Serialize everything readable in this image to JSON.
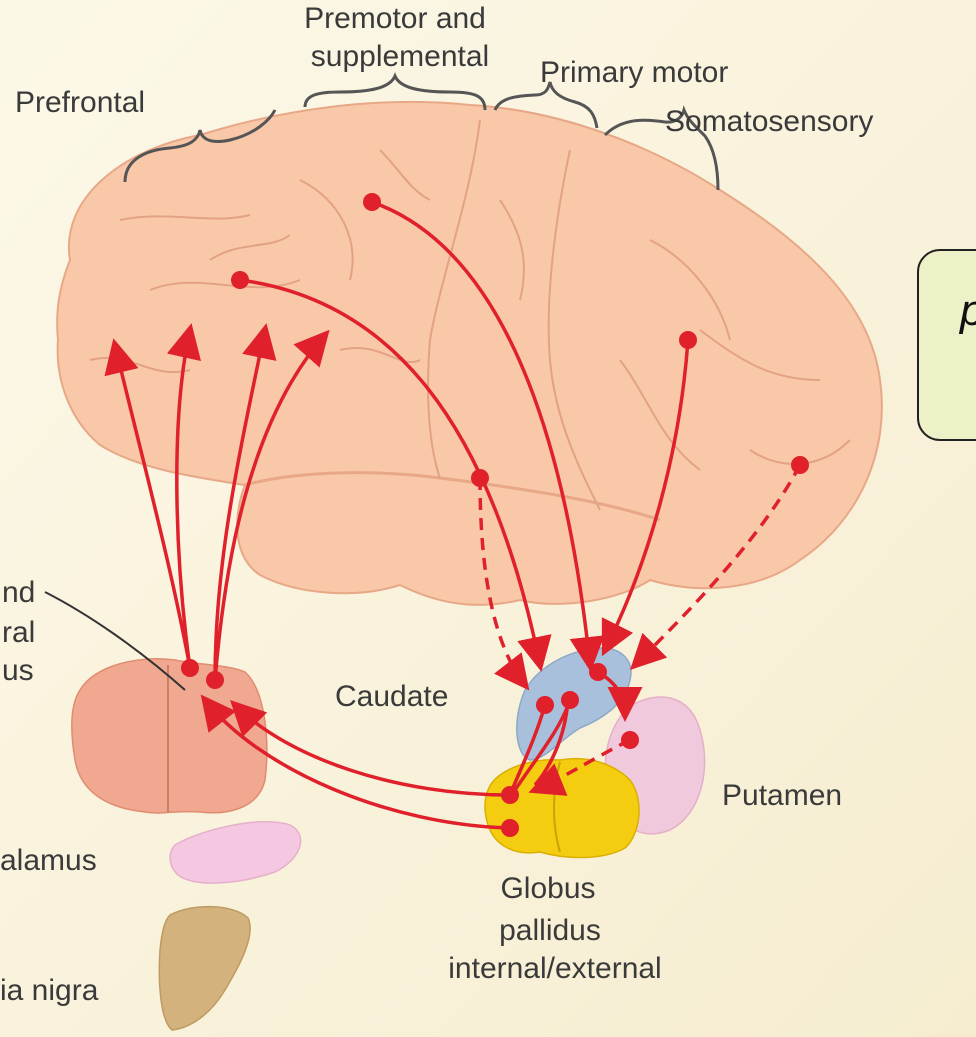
{
  "labels": {
    "premotor_line1": "Premotor and",
    "premotor_line2": "supplemental",
    "primary_motor": "Primary motor",
    "prefrontal": "Prefrontal",
    "somatosensory": "Somatosensory",
    "thalamus_part_line1": "nd",
    "thalamus_part_line2": "ral",
    "thalamus_part_line3": "us",
    "caudate": "Caudate",
    "putamen": "Putamen",
    "thalamus": "alamus",
    "globus_line1": "Globus",
    "globus_line2": "pallidus",
    "globus_line3": "internal/external",
    "substantia_nigra": "ia nigra",
    "callout": "p"
  },
  "colors": {
    "background": "#fbf6e2",
    "cortex": "#f8c8a8",
    "pathway": "#e0202a",
    "caudate": "#a9c0dc",
    "putamen": "#f1c9dc",
    "globus_pallidus": "#f5cd10",
    "thalamus": "#f0a890",
    "subthalamus": "#f4c8e0",
    "substantia_nigra": "#d3b27e"
  }
}
